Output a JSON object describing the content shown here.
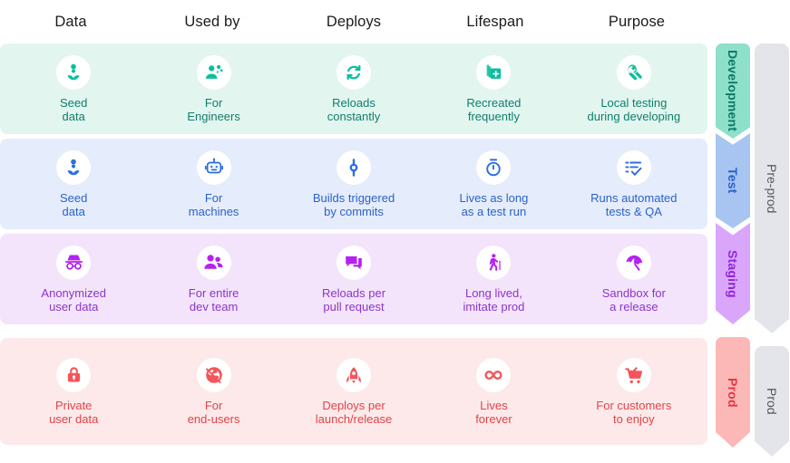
{
  "columns": [
    {
      "label": "Data"
    },
    {
      "label": "Used by"
    },
    {
      "label": "Deploys"
    },
    {
      "label": "Lifespan"
    },
    {
      "label": "Purpose"
    }
  ],
  "rows": [
    {
      "stage": "Development",
      "accent": "#0BBF9E",
      "background": "#e2f5ef",
      "banner": "#8ee0cb",
      "text_color": "#0f7f6b",
      "cells": [
        {
          "icon": "seed-icon",
          "label": "Seed\ndata"
        },
        {
          "icon": "engineer-icon",
          "label": "For\nEngineers"
        },
        {
          "icon": "reload-icon",
          "label": "Reloads\nconstantly"
        },
        {
          "icon": "recreate-icon",
          "label": "Recreated\nfrequently"
        },
        {
          "icon": "wrench-icon",
          "label": "Local testing\nduring developing"
        }
      ]
    },
    {
      "stage": "Test",
      "accent": "#2B6FDF",
      "background": "#e5ecfb",
      "banner": "#a8c4f0",
      "text_color": "#2a63c8",
      "cells": [
        {
          "icon": "seed-icon",
          "label": "Seed\ndata"
        },
        {
          "icon": "robot-icon",
          "label": "For\nmachines"
        },
        {
          "icon": "commit-icon",
          "label": "Builds triggered\nby commits"
        },
        {
          "icon": "stopwatch-icon",
          "label": "Lives as long\nas a test run"
        },
        {
          "icon": "checklist-icon",
          "label": "Runs automated\ntests & QA"
        }
      ]
    },
    {
      "stage": "Staging",
      "accent": "#B521F0",
      "background": "#f4e4fb",
      "banner": "#d9a6fb",
      "text_color": "#8b36c9",
      "cells": [
        {
          "icon": "incognito-icon",
          "label": "Anonymized\nuser data"
        },
        {
          "icon": "people-icon",
          "label": "For entire\ndev team"
        },
        {
          "icon": "comment-icon",
          "label": "Reloads per\npull request"
        },
        {
          "icon": "elderly-icon",
          "label": "Long lived,\nimitate prod"
        },
        {
          "icon": "umbrella-icon",
          "label": "Sandbox for\na release"
        }
      ]
    },
    {
      "stage": "Prod",
      "accent": "#F4555A",
      "background": "#fde9e9",
      "banner": "#fcb7b7",
      "text_color": "#e0444a",
      "cells": [
        {
          "icon": "lock-icon",
          "label": "Private\nuser data"
        },
        {
          "icon": "globe-icon",
          "label": "For\nend-users"
        },
        {
          "icon": "rocket-icon",
          "label": "Deploys per\nlaunch/release"
        },
        {
          "icon": "infinity-icon",
          "label": "Lives\nforever"
        },
        {
          "icon": "cart-icon",
          "label": "For customers\nto enjoy"
        }
      ]
    }
  ],
  "groups": [
    {
      "label": "Pre-prod",
      "color": "#e4e5ea"
    },
    {
      "label": "Prod",
      "color": "#e4e5ea"
    }
  ]
}
